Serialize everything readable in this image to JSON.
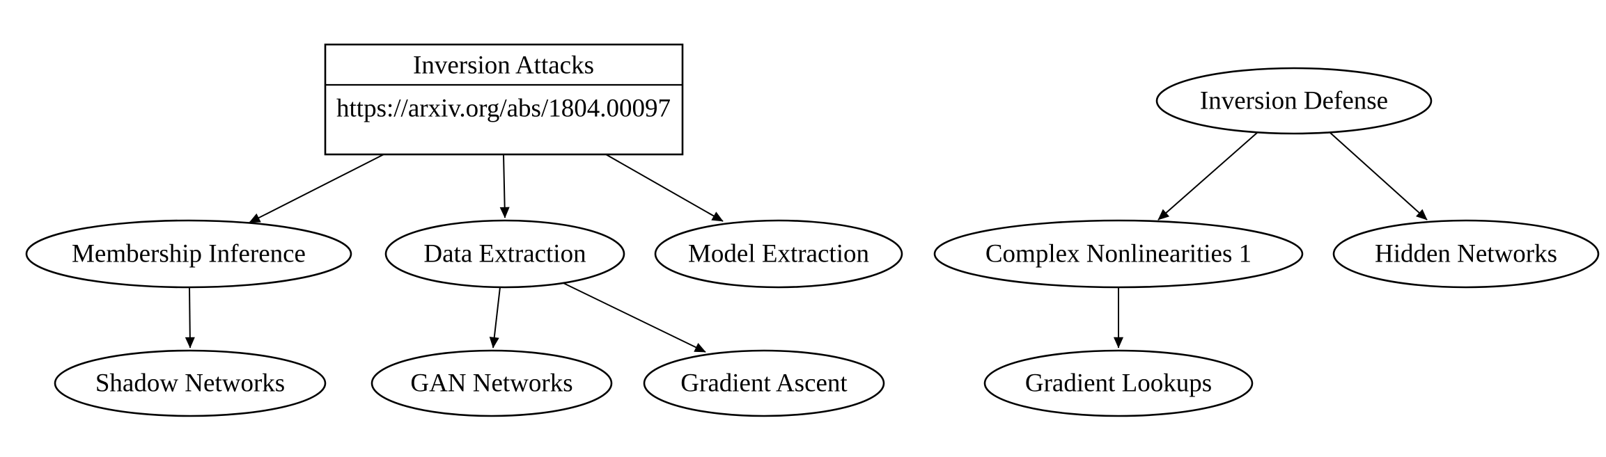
{
  "diagram": {
    "type": "graph",
    "background_color": "#ffffff",
    "node_fill_color": "#ffffff",
    "stroke_color": "#000000",
    "text_color": "#000000",
    "nodes": {
      "inversion_attacks": {
        "shape": "record",
        "title": "Inversion Attacks",
        "url": "https://arxiv.org/abs/1804.00097"
      },
      "membership_inference": {
        "shape": "ellipse",
        "label": "Membership Inference"
      },
      "data_extraction": {
        "shape": "ellipse",
        "label": "Data Extraction"
      },
      "model_extraction": {
        "shape": "ellipse",
        "label": "Model Extraction"
      },
      "shadow_networks": {
        "shape": "ellipse",
        "label": "Shadow Networks"
      },
      "gan_networks": {
        "shape": "ellipse",
        "label": "GAN Networks"
      },
      "gradient_ascent": {
        "shape": "ellipse",
        "label": "Gradient Ascent"
      },
      "inversion_defense": {
        "shape": "ellipse",
        "label": "Inversion Defense"
      },
      "complex_nonlinearities_1": {
        "shape": "ellipse",
        "label": "Complex Nonlinearities 1"
      },
      "hidden_networks": {
        "shape": "ellipse",
        "label": "Hidden Networks"
      },
      "gradient_lookups": {
        "shape": "ellipse",
        "label": "Gradient Lookups"
      }
    },
    "edges": [
      {
        "from": "inversion_attacks",
        "to": "membership_inference"
      },
      {
        "from": "inversion_attacks",
        "to": "data_extraction"
      },
      {
        "from": "inversion_attacks",
        "to": "model_extraction"
      },
      {
        "from": "membership_inference",
        "to": "shadow_networks"
      },
      {
        "from": "data_extraction",
        "to": "gan_networks"
      },
      {
        "from": "data_extraction",
        "to": "gradient_ascent"
      },
      {
        "from": "inversion_defense",
        "to": "complex_nonlinearities_1"
      },
      {
        "from": "inversion_defense",
        "to": "hidden_networks"
      },
      {
        "from": "complex_nonlinearities_1",
        "to": "gradient_lookups"
      }
    ]
  }
}
